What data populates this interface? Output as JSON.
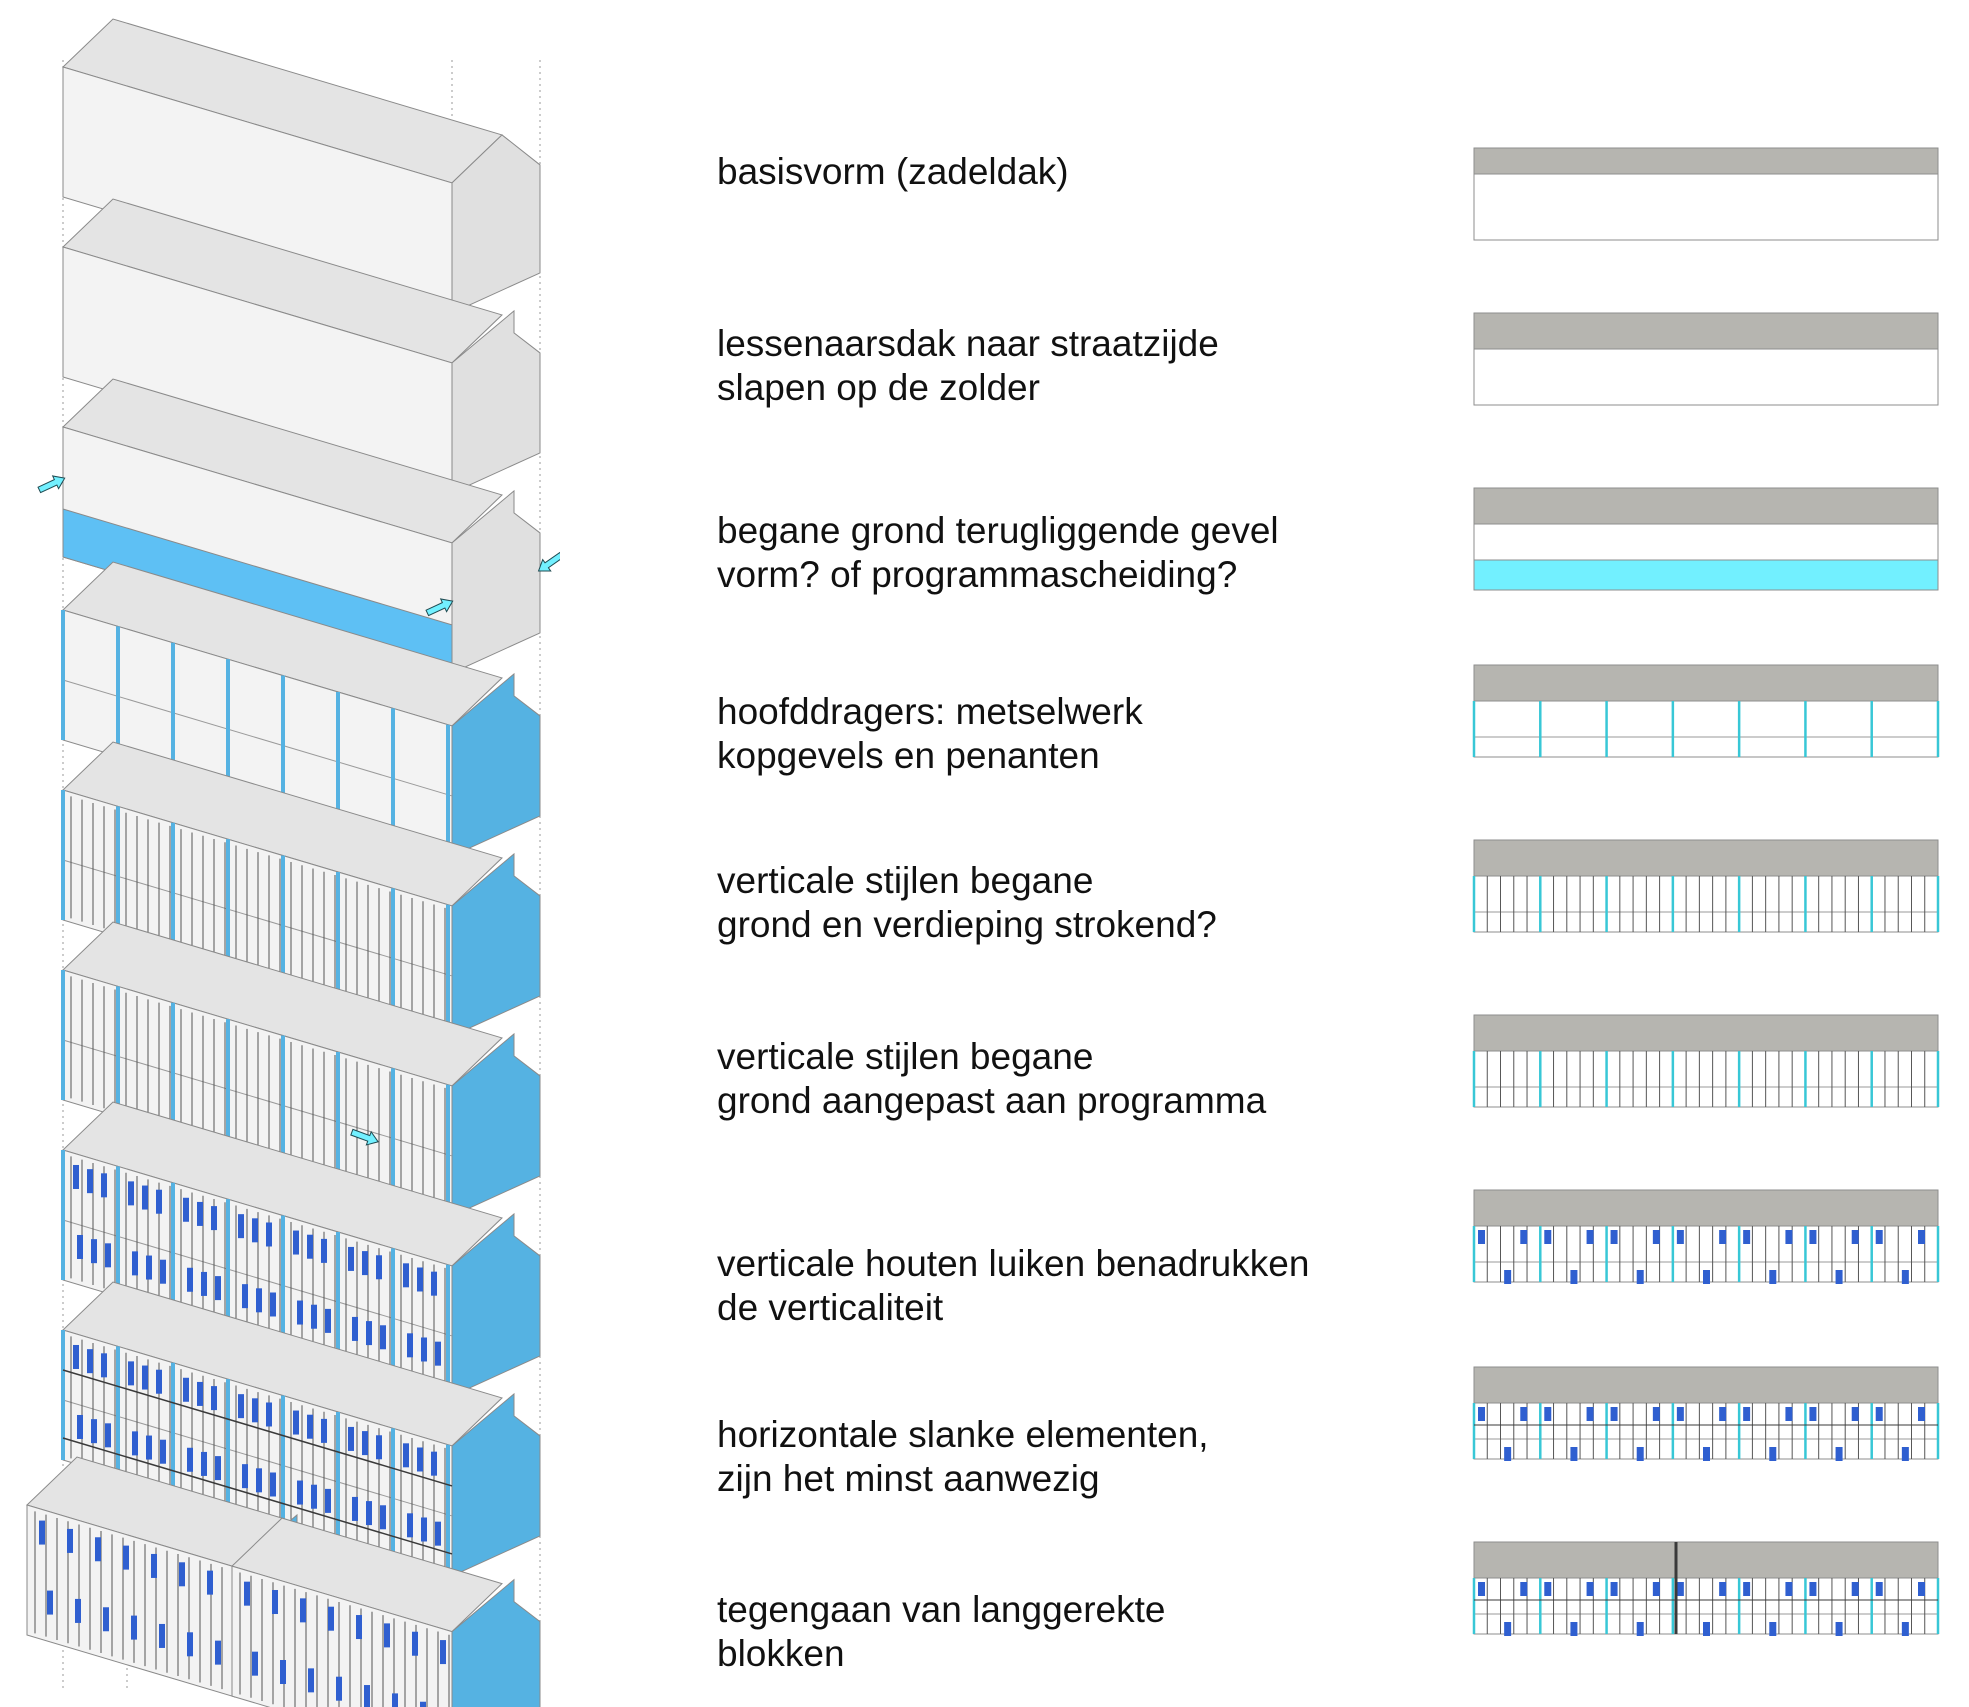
{
  "colors": {
    "roof": "#b6b5b0",
    "wall": "#ffffff",
    "outline": "#8a8a8a",
    "glass": "#72f0ff",
    "pier": "#38c7d6",
    "brick_blue": "#55b2e2",
    "shutter": "#2f5fd0",
    "block_top": "#e4e4e4",
    "block_front": "#f3f3f3",
    "block_side": "#e0e0e0"
  },
  "steps": [
    {
      "id": "basisvorm",
      "lines": [
        "basisvorm (zadeldak)"
      ],
      "icons": [
        "arrow-left-icon",
        "arrow-right-icon"
      ]
    },
    {
      "id": "lessenaarsdak",
      "lines": [
        "lessenaarsdak naar straatzijde",
        "slapen op de zolder"
      ]
    },
    {
      "id": "begane-grond",
      "lines": [
        "begane grond terugliggende gevel",
        "vorm? of programmascheiding?"
      ]
    },
    {
      "id": "hoofddragers",
      "lines": [
        "hoofddragers: metselwerk",
        "kopgevels en penanten"
      ]
    },
    {
      "id": "stijlen-strokend",
      "lines": [
        "verticale stijlen begane",
        "grond en verdieping strokend?"
      ]
    },
    {
      "id": "stijlen-programma",
      "lines": [
        "verticale stijlen begane",
        "grond aangepast aan programma"
      ]
    },
    {
      "id": "houten-luiken",
      "lines": [
        "verticale houten luiken benadrukken",
        "de verticaliteit"
      ]
    },
    {
      "id": "horizontale",
      "lines": [
        "horizontale slanke elementen,",
        "zijn het minst aanwezig"
      ]
    },
    {
      "id": "langgerekte",
      "lines": [
        "tegengaan van langgerekte",
        "blokken"
      ]
    }
  ]
}
